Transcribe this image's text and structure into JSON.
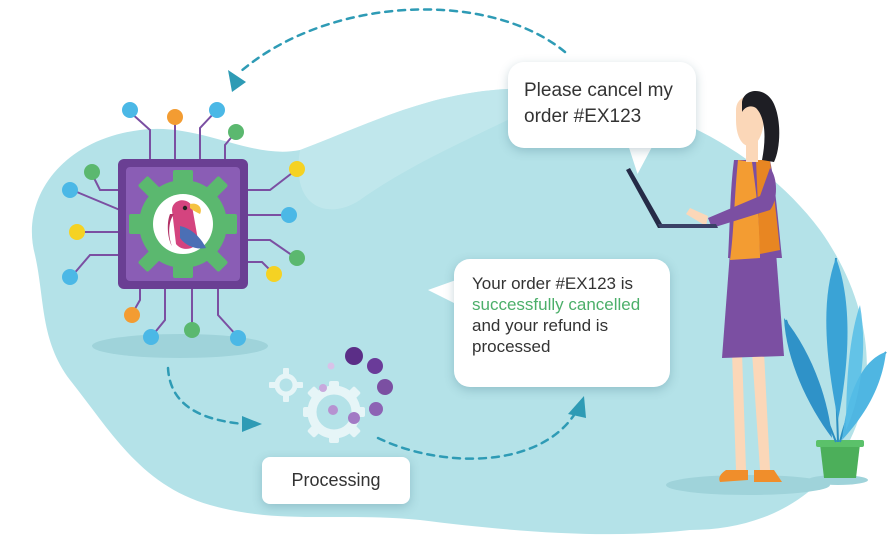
{
  "messages": {
    "customer": {
      "line1": "Please cancel my",
      "line2": "order #EX123"
    },
    "bot": {
      "line1": "Your order #EX123 is",
      "line2_highlight": "successfully cancelled",
      "line3": "and your refund is",
      "line4": "processed"
    },
    "status": "Processing"
  },
  "icons": {
    "bot": "ai-chip-parrot-icon",
    "processing": "gears-icon",
    "loader": "loading-dots-icon",
    "person": "woman-with-laptop",
    "plant": "potted-plant"
  },
  "colors": {
    "background_blob": "#b4e2e8",
    "chip": "#7b4fa2",
    "gear": "#5bb86f",
    "arrow": "#2e9bb5",
    "success_text": "#4caf6a",
    "orange": "#f39c32"
  }
}
